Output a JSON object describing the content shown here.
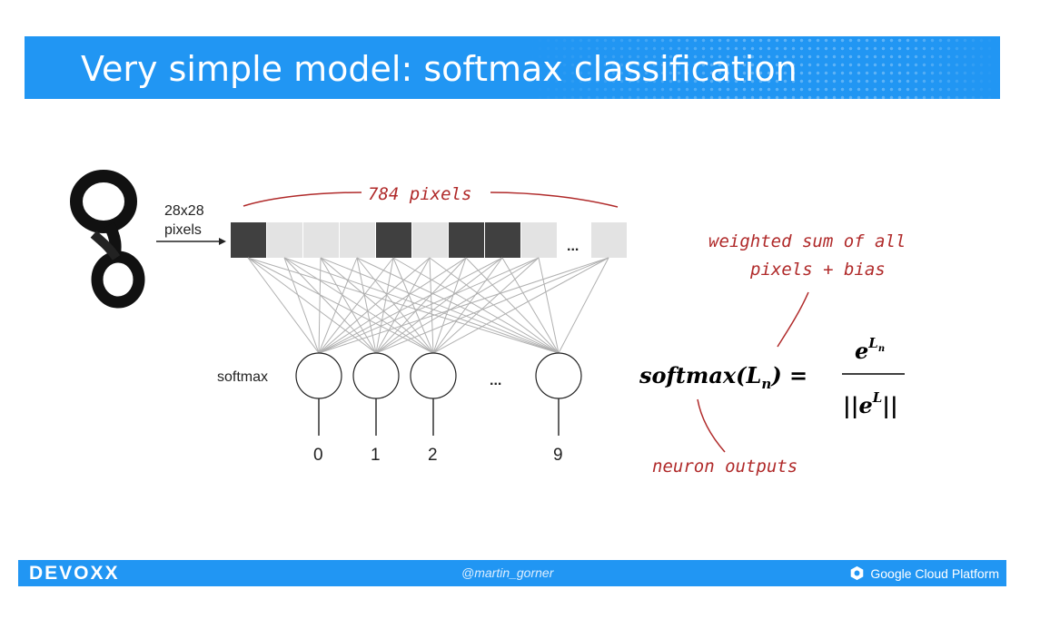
{
  "header": {
    "title": "Very simple model: softmax classification"
  },
  "input": {
    "size_label_line1": "28x28",
    "size_label_line2": "pixels"
  },
  "pixel_row": {
    "count_label": "784 pixels",
    "ellipsis": "..."
  },
  "neurons": {
    "layer_label": "softmax",
    "ellipsis": "...",
    "outputs": [
      "0",
      "1",
      "2",
      "9"
    ]
  },
  "formula": {
    "lhs": "softmax(L",
    "lhs_sub": "n",
    "lhs_close": ") =",
    "numerator_base": "e",
    "numerator_sup": "L",
    "numerator_sup_sub": "n",
    "denominator_left": "||e",
    "denominator_sup": "L",
    "denominator_right": "||"
  },
  "annotations": {
    "weighted_line1": "weighted sum of all",
    "weighted_line2": "pixels + bias",
    "neuron_outputs": "neuron outputs"
  },
  "footer": {
    "brand": "DEVOXX",
    "handle": "@martin_gorner",
    "platform": "Google Cloud Platform"
  },
  "colors": {
    "accent": "#2196f3",
    "annotation": "#b02a2a",
    "pixel_dark": "#404040",
    "pixel_light": "#e3e3e3"
  }
}
